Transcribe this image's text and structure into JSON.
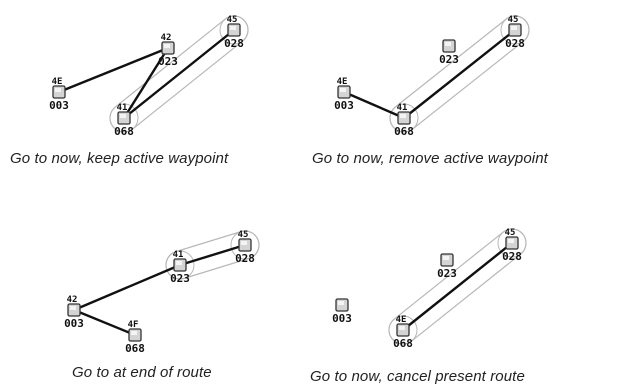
{
  "panels": [
    {
      "id": "keep-active",
      "caption": "Go to now, keep active waypoint",
      "waypoints": [
        {
          "id": "003",
          "tag": "4E"
        },
        {
          "id": "023",
          "tag": "42"
        },
        {
          "id": "028",
          "tag": "45"
        },
        {
          "id": "068",
          "tag": "41"
        }
      ],
      "legs": [
        [
          "003",
          "023"
        ],
        [
          "023",
          "068"
        ],
        [
          "068",
          "028"
        ]
      ],
      "route": [
        "068",
        "028"
      ]
    },
    {
      "id": "remove-active",
      "caption": "Go to now, remove active waypoint",
      "waypoints": [
        {
          "id": "003",
          "tag": "4E"
        },
        {
          "id": "023",
          "tag": ""
        },
        {
          "id": "028",
          "tag": "45"
        },
        {
          "id": "068",
          "tag": "41"
        }
      ],
      "legs": [
        [
          "003",
          "068"
        ],
        [
          "068",
          "028"
        ]
      ],
      "route": [
        "068",
        "028"
      ]
    },
    {
      "id": "end-of-route",
      "caption": "Go to at end of route",
      "waypoints": [
        {
          "id": "003",
          "tag": "42"
        },
        {
          "id": "023",
          "tag": "41"
        },
        {
          "id": "028",
          "tag": "45"
        },
        {
          "id": "068",
          "tag": "4F"
        }
      ],
      "legs": [
        [
          "003",
          "023"
        ],
        [
          "003",
          "068"
        ],
        [
          "023",
          "028"
        ]
      ],
      "route": [
        "023",
        "028"
      ]
    },
    {
      "id": "cancel-route",
      "caption": "Go to now, cancel present route",
      "waypoints": [
        {
          "id": "003",
          "tag": ""
        },
        {
          "id": "023",
          "tag": ""
        },
        {
          "id": "028",
          "tag": "45"
        },
        {
          "id": "068",
          "tag": "4E"
        }
      ],
      "legs": [
        [
          "068",
          "028"
        ]
      ],
      "route": [
        "068",
        "028"
      ]
    }
  ],
  "colors": {
    "leg": "#111111",
    "route_outline": "#b8b8b8",
    "node_fill": "#d4d4d4",
    "node_stroke": "#333333",
    "text": "#111111"
  }
}
